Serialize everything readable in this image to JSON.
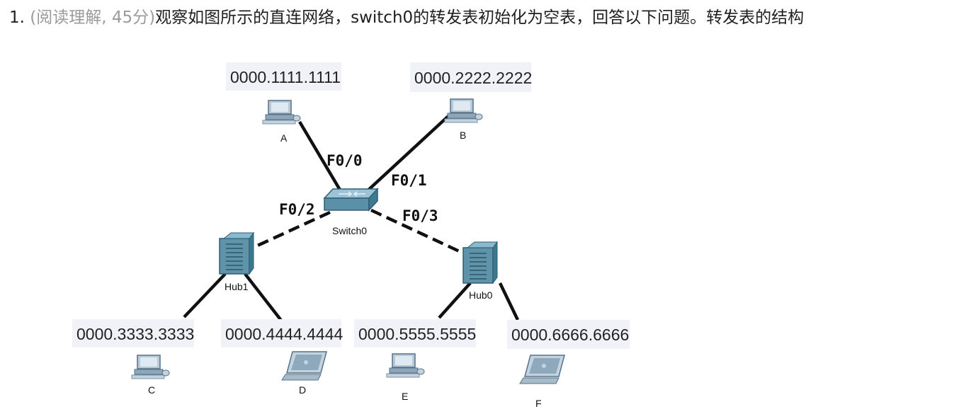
{
  "question": {
    "number": "1.",
    "tag": "(阅读理解, 45分)",
    "text": "观察如图所示的直连网络，switch0的转发表初始化为空表，回答以下问题。转发表的结构"
  },
  "diagram": {
    "switch": {
      "name": "Switch0"
    },
    "hubs": [
      {
        "name": "Hub1"
      },
      {
        "name": "Hub0"
      }
    ],
    "ports": [
      "F0/0",
      "F0/1",
      "F0/2",
      "F0/3"
    ],
    "hosts": [
      {
        "name": "A",
        "mac": "0000.1111.1111",
        "device": "pc"
      },
      {
        "name": "B",
        "mac": "0000.2222.2222",
        "device": "pc"
      },
      {
        "name": "C",
        "mac": "0000.3333.3333",
        "device": "pc"
      },
      {
        "name": "D",
        "mac": "0000.4444.4444",
        "device": "laptop"
      },
      {
        "name": "E",
        "mac": "0000.5555.5555",
        "device": "pc"
      },
      {
        "name": "F",
        "mac": "0000.6666.6666",
        "device": "laptop"
      }
    ]
  }
}
